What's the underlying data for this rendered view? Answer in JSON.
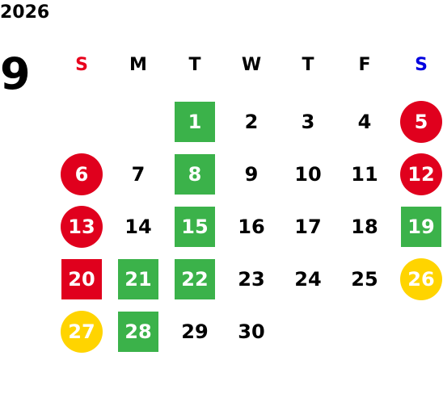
{
  "calendar": {
    "year": "2026",
    "month": "9",
    "weekdays": [
      "S",
      "M",
      "T",
      "W",
      "T",
      "F",
      "S"
    ],
    "weekday_colors": [
      "#e8001c",
      "#000000",
      "#000000",
      "#000000",
      "#000000",
      "#000000",
      "#0000e0"
    ],
    "colors": {
      "green": "#3bb24a",
      "red": "#e0001d",
      "yellow": "#ffd400"
    },
    "weeks": [
      [
        null,
        null,
        {
          "n": "1",
          "mark": "green-square"
        },
        {
          "n": "2"
        },
        {
          "n": "3"
        },
        {
          "n": "4"
        },
        {
          "n": "5",
          "mark": "red-circle"
        }
      ],
      [
        {
          "n": "6",
          "mark": "red-circle"
        },
        {
          "n": "7"
        },
        {
          "n": "8",
          "mark": "green-square"
        },
        {
          "n": "9"
        },
        {
          "n": "10"
        },
        {
          "n": "11"
        },
        {
          "n": "12",
          "mark": "red-circle"
        }
      ],
      [
        {
          "n": "13",
          "mark": "red-circle"
        },
        {
          "n": "14"
        },
        {
          "n": "15",
          "mark": "green-square"
        },
        {
          "n": "16"
        },
        {
          "n": "17"
        },
        {
          "n": "18"
        },
        {
          "n": "19",
          "mark": "green-square"
        }
      ],
      [
        {
          "n": "20",
          "mark": "red-square"
        },
        {
          "n": "21",
          "mark": "green-square"
        },
        {
          "n": "22",
          "mark": "green-square"
        },
        {
          "n": "23"
        },
        {
          "n": "24"
        },
        {
          "n": "25"
        },
        {
          "n": "26",
          "mark": "yellow-circle"
        }
      ],
      [
        {
          "n": "27",
          "mark": "yellow-circle"
        },
        {
          "n": "28",
          "mark": "green-square"
        },
        {
          "n": "29"
        },
        {
          "n": "30"
        },
        null,
        null,
        null
      ]
    ]
  }
}
